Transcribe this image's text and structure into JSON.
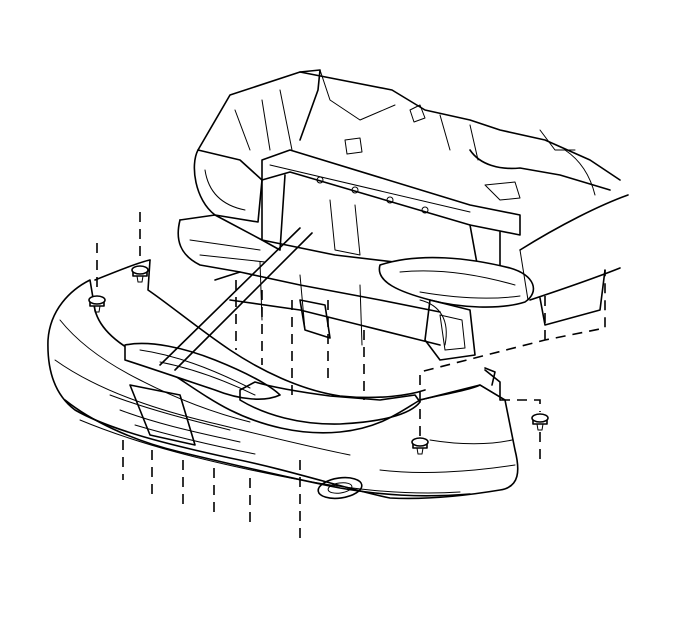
{
  "diagram": {
    "style": "exploded-view line art",
    "line_color": "#000000",
    "background_color": "#ffffff",
    "components": [
      "front-bumper-fascia",
      "vehicle-front-frame",
      "radiator-support",
      "right-headlamp-housing",
      "left-headlamp-housing",
      "right-fender",
      "fog-lamp-opening",
      "fascia-grille-opening"
    ],
    "fasteners": [
      "push-pin-retainer",
      "push-pin-retainer",
      "push-pin-retainer",
      "push-pin-retainer"
    ],
    "fastener_count": 4,
    "installation_guide_lines": 14
  }
}
